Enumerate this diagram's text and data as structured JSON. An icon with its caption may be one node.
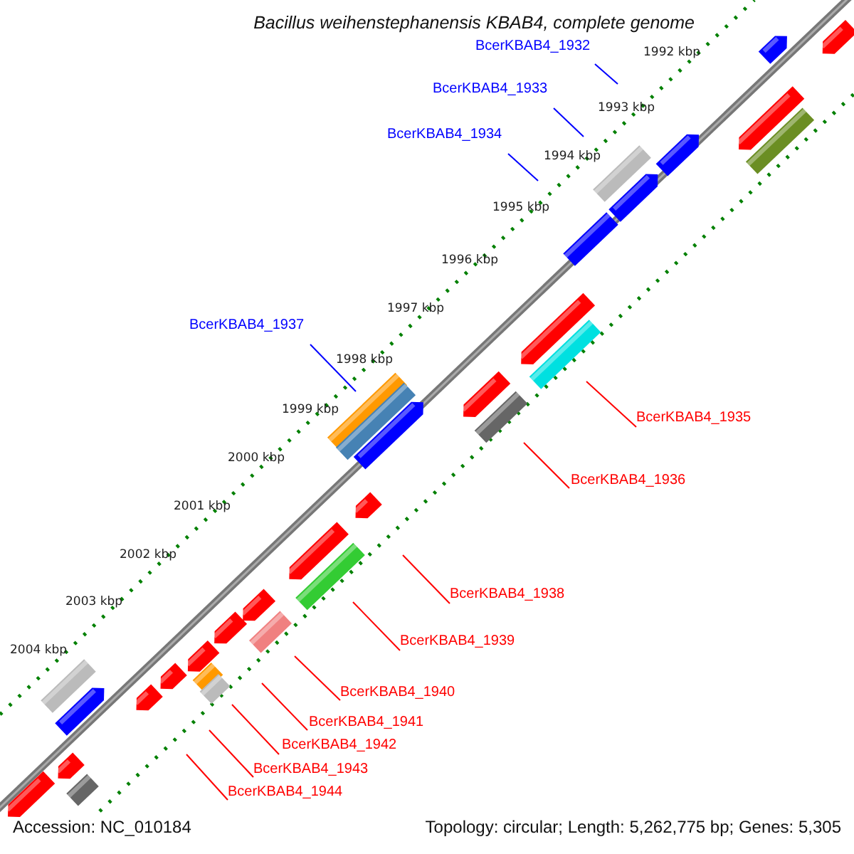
{
  "diagram": {
    "title": "Bacillus weihenstephanensis KBAB4, complete genome",
    "nodes": [
      {
        "text": [
          "BcerKBAB4_1932"
        ]
      },
      {
        "text": [
          "BcerKBAB4_1933"
        ]
      },
      {
        "text": [
          "BcerKBAB4_1934"
        ]
      },
      {
        "text": [
          "BcerKBAB4_1937"
        ]
      },
      {
        "text": [
          "BcerKBAB4_1935"
        ]
      },
      {
        "text": [
          "BcerKBAB4_1936"
        ]
      },
      {
        "text": [
          "BcerKBAB4_1938"
        ]
      },
      {
        "text": [
          "BcerKBAB4_1939"
        ]
      },
      {
        "text": [
          "BcerKBAB4_1940"
        ]
      },
      {
        "text": [
          "BcerKBAB4_1941"
        ]
      },
      {
        "text": [
          "BcerKBAB4_1942"
        ]
      },
      {
        "text": [
          "BcerKBAB4_1943"
        ]
      },
      {
        "text": [
          "BcerKBAB4_1944"
        ]
      }
    ],
    "edges": [
      {
        "from": 0,
        "to": null,
        "arrow": "none",
        "color": "#0000ff"
      },
      {
        "from": 1,
        "to": null,
        "arrow": "none",
        "color": "#0000ff"
      },
      {
        "from": 2,
        "to": null,
        "arrow": "none",
        "color": "#0000ff"
      },
      {
        "from": 3,
        "to": null,
        "arrow": "none",
        "color": "#0000ff"
      },
      {
        "from": 4,
        "to": null,
        "arrow": "none"
      },
      {
        "from": 5,
        "to": null,
        "arrow": "none"
      },
      {
        "from": 6,
        "to": null,
        "arrow": "none"
      },
      {
        "from": 7,
        "to": null,
        "arrow": "none"
      },
      {
        "from": 8,
        "to": null,
        "arrow": "none"
      },
      {
        "from": 9,
        "to": null,
        "arrow": "none"
      },
      {
        "from": 10,
        "to": null,
        "arrow": "none"
      },
      {
        "from": 11,
        "to": null,
        "arrow": "none"
      },
      {
        "from": 12,
        "to": null,
        "arrow": "none"
      }
    ],
    "labels": [
      "1992 kbp",
      "1993 kbp",
      "1994 kbp",
      "1995 kbp",
      "1996 kbp",
      "1997 kbp",
      "1998 kbp",
      "1999 kbp",
      "2000 kbp",
      "2001 kbp",
      "2002 kbp",
      "2003 kbp",
      "2004 kbp",
      "Accession: NC_010184",
      "Topology: circular; Length: 5,262,775 bp; Genes: 5,305"
    ]
  }
}
